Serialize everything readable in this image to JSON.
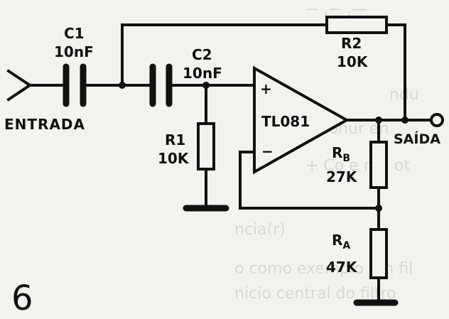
{
  "figure_number": "6",
  "components": {
    "c1": {
      "name": "C1",
      "value": "10nF"
    },
    "c2": {
      "name": "C2",
      "value": "10nF"
    },
    "r1": {
      "name": "R1",
      "value": "10K"
    },
    "r2": {
      "name": "R2",
      "value": "10K"
    },
    "rb": {
      "name": "R",
      "sub": "B",
      "value": "27K"
    },
    "ra": {
      "name": "R",
      "sub": "A",
      "value": "47K"
    },
    "opamp": {
      "name": "TL081",
      "plus": "+",
      "minus": "−"
    }
  },
  "ports": {
    "input": "ENTRADA",
    "output": "SAÍDA"
  }
}
